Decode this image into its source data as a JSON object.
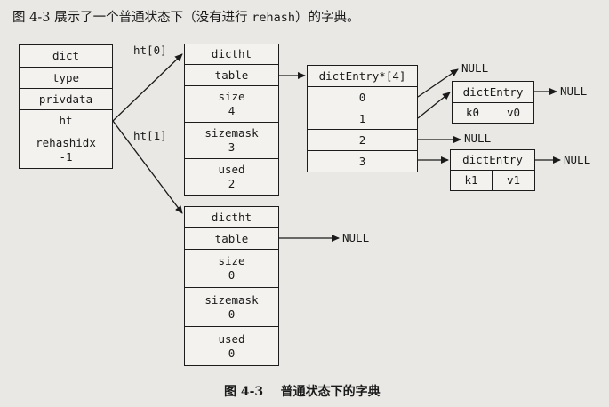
{
  "intro": {
    "prefix": "图 4-3 展示了一个普通状态下（没有进行 ",
    "code": "rehash",
    "suffix": "）的字典。"
  },
  "dict": [
    "dict",
    "type",
    "privdata",
    "ht"
  ],
  "dict_rehashidx": {
    "name": "rehashidx",
    "value": "-1"
  },
  "ht_labels": {
    "ht0": "ht[0]",
    "ht1": "ht[1]"
  },
  "dictht0": {
    "title": "dictht",
    "table": "table",
    "size": {
      "name": "size",
      "value": "4"
    },
    "sizemask": {
      "name": "sizemask",
      "value": "3"
    },
    "used": {
      "name": "used",
      "value": "2"
    }
  },
  "dictht1": {
    "title": "dictht",
    "table": "table",
    "size": {
      "name": "size",
      "value": "0"
    },
    "sizemask": {
      "name": "sizemask",
      "value": "0"
    },
    "used": {
      "name": "used",
      "value": "0"
    }
  },
  "entry_array": {
    "title": "dictEntry*[4]",
    "indices": [
      "0",
      "1",
      "2",
      "3"
    ]
  },
  "entry_a": {
    "title": "dictEntry",
    "key": "k0",
    "value": "v0"
  },
  "entry_b": {
    "title": "dictEntry",
    "key": "k1",
    "value": "v1"
  },
  "null_text": "NULL",
  "caption": {
    "number": "图 4-3",
    "title": "普通状态下的字典"
  }
}
